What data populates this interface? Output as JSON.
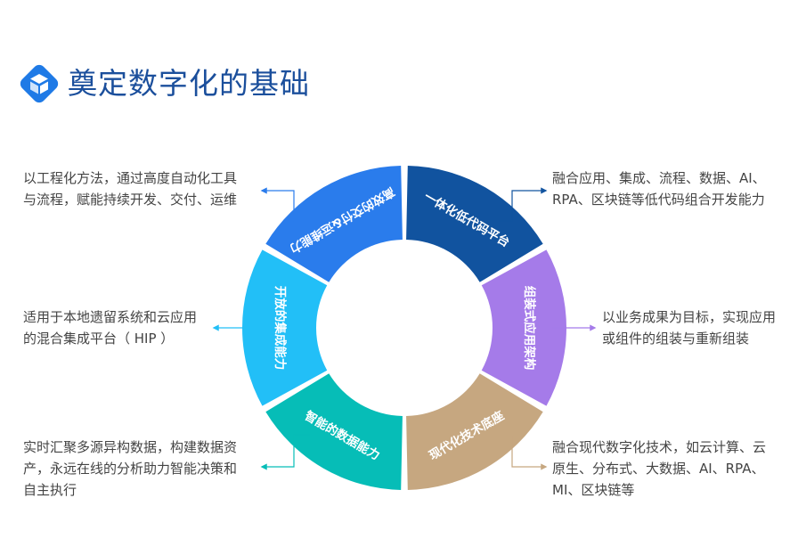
{
  "header": {
    "title": "奠定数字化的基础",
    "logo_icon": "cube-logo-icon"
  },
  "diagram": {
    "segments": [
      {
        "label": "一体化低代码平台",
        "color": "#11539f"
      },
      {
        "label": "组装式应用架构",
        "color": "#a57be9"
      },
      {
        "label": "现代化技术底座",
        "color": "#c6a780"
      },
      {
        "label": "智能的数据能力",
        "color": "#06bdb7"
      },
      {
        "label": "开放的集成能力",
        "color": "#22bff7"
      },
      {
        "label": "高效的交付&运维能力",
        "color": "#2a7cec"
      }
    ],
    "descriptions": [
      {
        "lines": [
          "融合应用、集成、流程、数据、AI、",
          "RPA、区块链等低代码组合开发能力"
        ]
      },
      {
        "lines": [
          "以业务成果为目标，实现应用",
          "或组件的组装与重新组装"
        ]
      },
      {
        "lines": [
          "融合现代数字化技术，如云计算、云",
          "原生、分布式、大数据、AI、RPA、",
          "MI、区块链等"
        ]
      },
      {
        "lines": [
          "实时汇聚多源异构数据，构建数据资",
          "产，永远在线的分析助力智能决策和",
          "自主执行"
        ]
      },
      {
        "lines": [
          "适用于本地遗留系统和云应用",
          "的混合集成平台（ HIP ）"
        ]
      },
      {
        "lines": [
          "以工程化方法，通过高度自动化工具",
          "与流程，赋能持续开发、交付、运维"
        ]
      }
    ]
  }
}
